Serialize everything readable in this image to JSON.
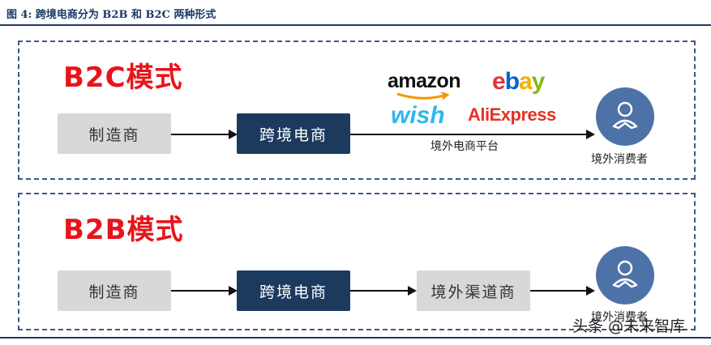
{
  "figure_title": "图 4:  跨境电商分为 B2B 和 B2C 两种形式",
  "b2c": {
    "mode_label": "B2C模式",
    "manufacturer": "制造商",
    "cross_border": "跨境电商",
    "platform_label": "境外电商平台",
    "consumer_label": "境外消费者",
    "logos": {
      "amazon": "amazon",
      "ebay": [
        "e",
        "b",
        "a",
        "y"
      ],
      "wish": "wish",
      "aliexpress": "AliExpress"
    }
  },
  "b2b": {
    "mode_label": "B2B模式",
    "manufacturer": "制造商",
    "cross_border": "跨境电商",
    "channel": "境外渠道商",
    "consumer_label": "境外消费者"
  },
  "watermark": "头条 @未来智库",
  "colors": {
    "navy": "#1c3a5e",
    "grey_box": "#d8d8d8",
    "mode_red": "#e8141b",
    "consumer_circle": "#4d72a8",
    "ebay_e": "#e53238",
    "ebay_b": "#0064d2",
    "ebay_a": "#f5af02",
    "ebay_y": "#86b817",
    "wish_blue": "#2fb7ec",
    "ali_red": "#e43225"
  }
}
